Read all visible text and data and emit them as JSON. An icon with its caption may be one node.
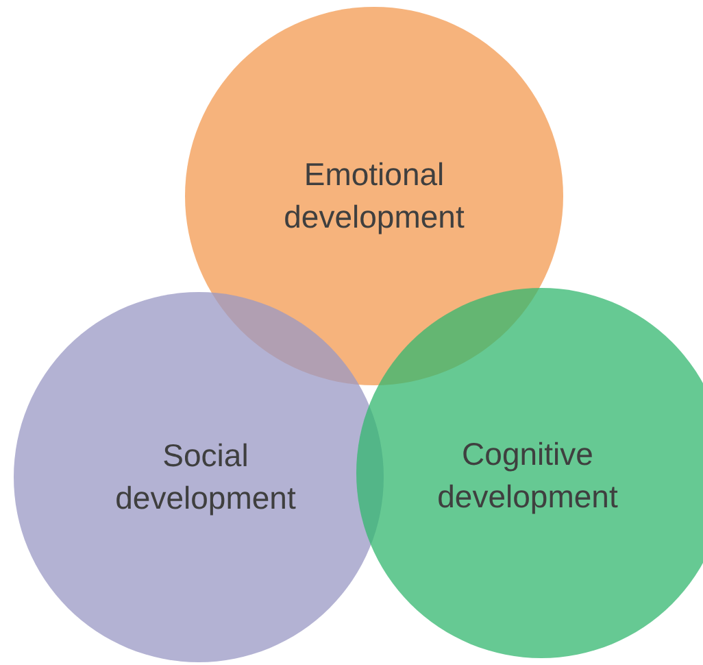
{
  "diagram": {
    "nodes": [
      {
        "text": [
          "Emotional development"
        ]
      },
      {
        "text": [
          "Social development"
        ]
      },
      {
        "text": [
          "Cognitive development"
        ]
      }
    ]
  }
}
